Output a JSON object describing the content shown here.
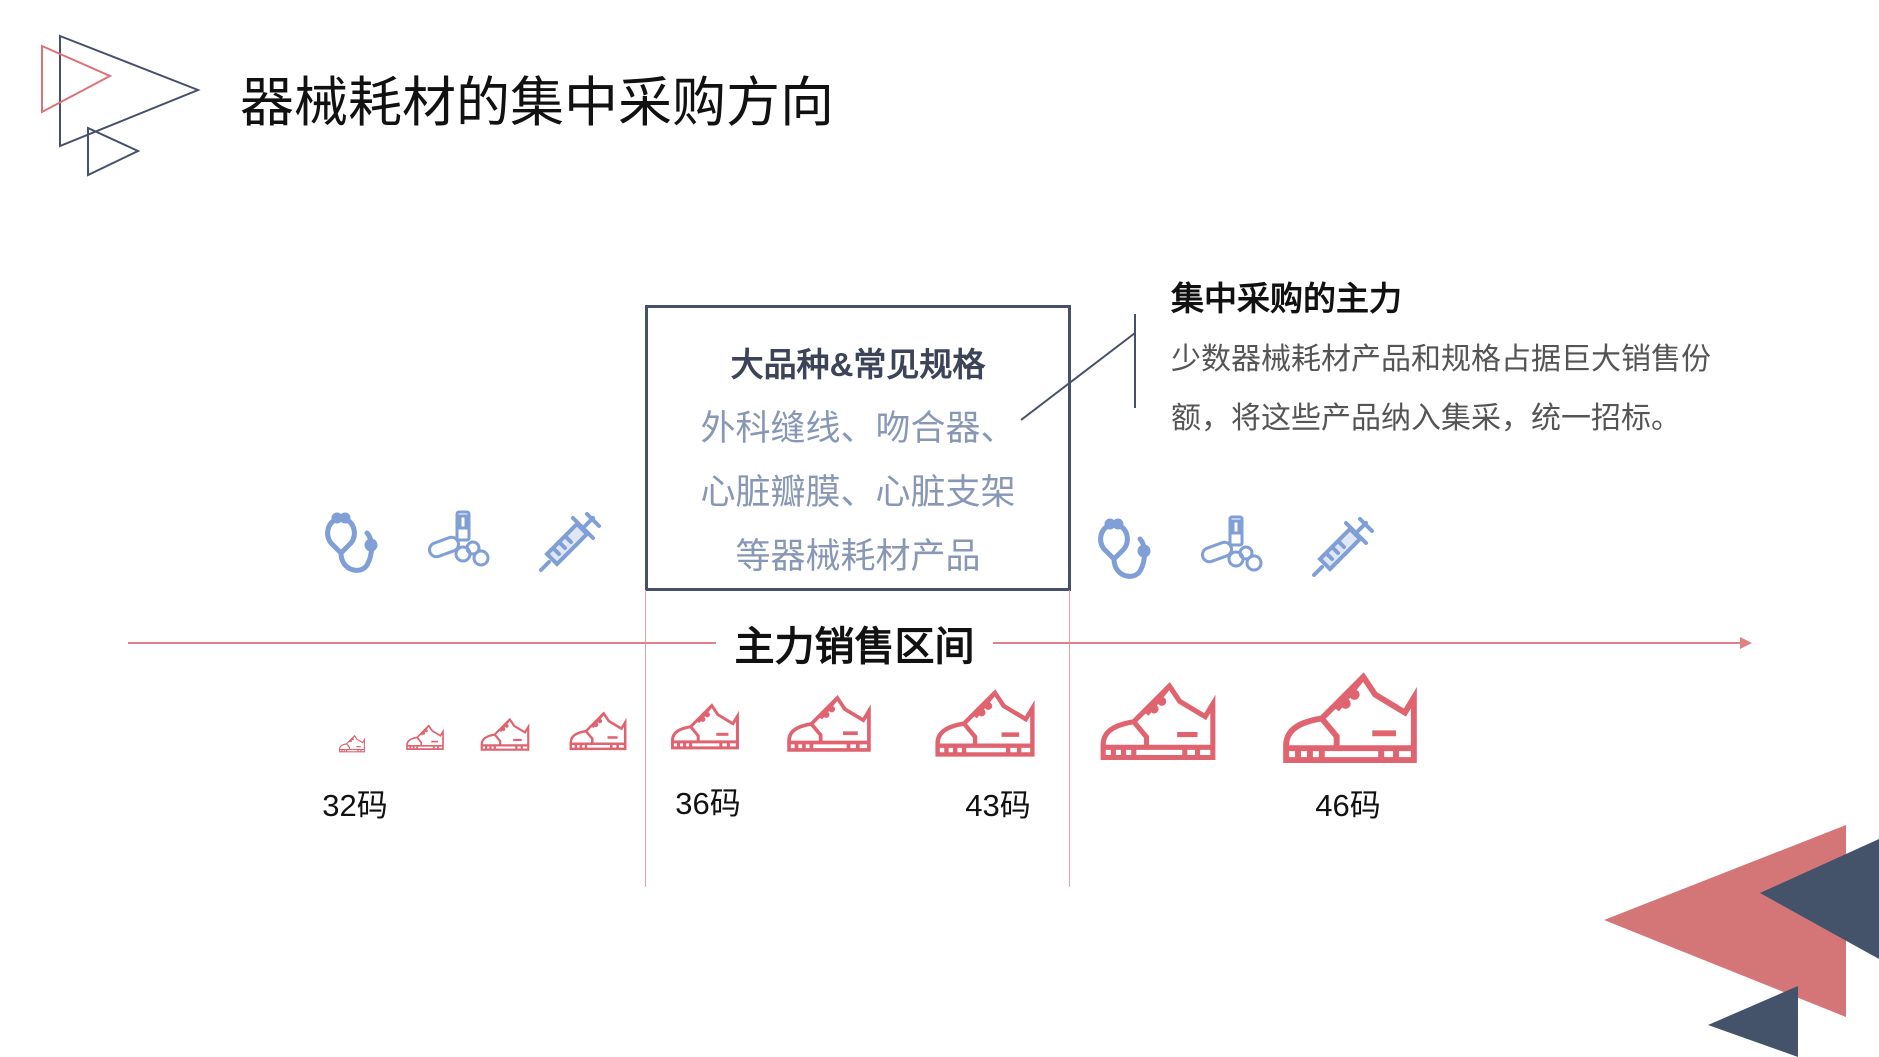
{
  "title": "器械耗材的集中采购方向",
  "box": {
    "title": "大品种&常见规格",
    "lines": [
      "外科缝线、吻合器、",
      "心脏瓣膜、心脏支架",
      "等器械耗材产品"
    ]
  },
  "axis_label": "主力销售区间",
  "right": {
    "heading": "集中采购的主力",
    "paragraph": "少数器械耗材产品和规格占据巨大销售份额，将这些产品纳入集采，统一招标。"
  },
  "sizes": [
    "32码",
    "36码",
    "43码",
    "46码"
  ],
  "icons": [
    "stethoscope-icon",
    "medicine-icon",
    "syringe-icon"
  ],
  "colors": {
    "accent_pink": "#e06470",
    "dark": "#46506a",
    "icon_blue": "#7f9fd6",
    "box_text": "#8797b5"
  }
}
